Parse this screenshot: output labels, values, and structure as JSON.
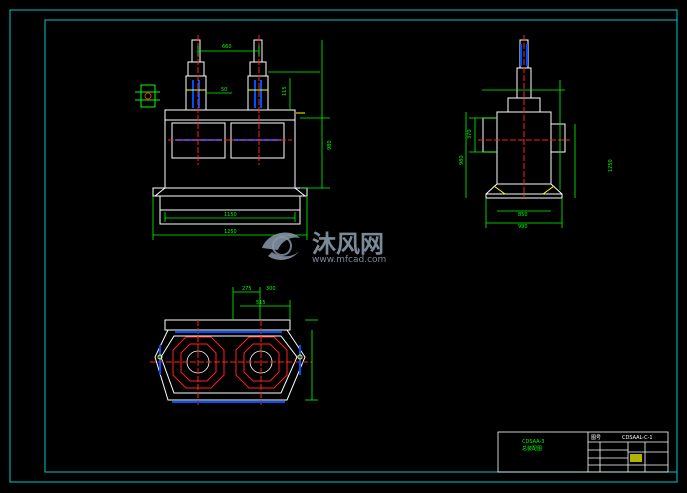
{
  "colors": {
    "background": "#000000",
    "frame": "#00c8c8",
    "geometry": "#ffffff",
    "dimension": "#00ff00",
    "hatch": "#0050ff",
    "centerline": "#ff2020",
    "accent": "#ffff00",
    "watermark": "#8899aa"
  },
  "front_view": {
    "dim_top": "660",
    "dim_side_a": "50",
    "dim_side_b": "115",
    "dim_height": "980",
    "dim_base_inner": "1150",
    "dim_base_outer": "1250"
  },
  "side_view": {
    "dim_left_a": "370",
    "dim_left_b": "980",
    "dim_right": "1250",
    "dim_base_inner": "850",
    "dim_base_outer": "990"
  },
  "plan_view": {
    "dim_top_a": "275",
    "dim_top_b": "300",
    "dim_top_c": "515"
  },
  "watermark": {
    "brand": "沐风网",
    "url": "www.mfcad.com"
  },
  "title_block": {
    "model": "CDSAA-3",
    "subtitle": "总装配图",
    "header": "图号",
    "drawing_no": "CDSAAL-C-1"
  }
}
